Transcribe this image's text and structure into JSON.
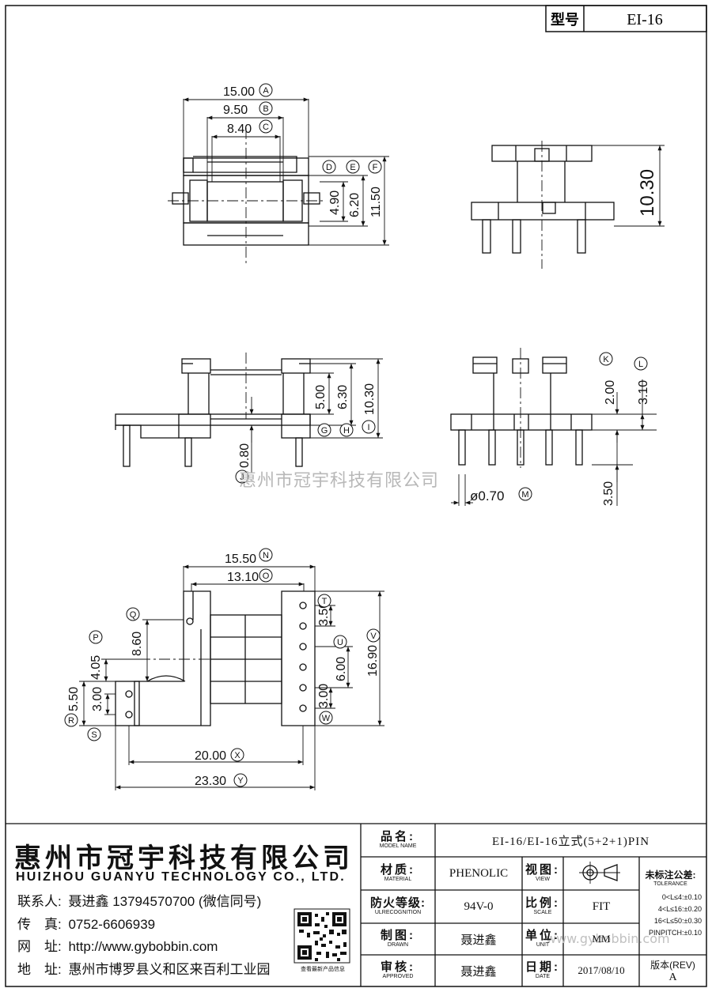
{
  "header": {
    "model_label": "型号",
    "model_value": "EI-16"
  },
  "watermark": "惠州市冠宇科技有限公司",
  "watermark_footer": "www.gybobbin.com",
  "dims": {
    "d_a": "15.00",
    "d_b": "9.50",
    "d_c": "8.40",
    "d_d": "4.90",
    "d_e": "6.20",
    "d_f": "11.50",
    "d_side_h": "10.30",
    "d_h": "5.00",
    "d_i": "6.30",
    "d_j": "10.30",
    "d_k": "0.80",
    "d_m_k": "2.00",
    "d_m_l": "3.10",
    "d_pin": "3.50",
    "d_dia": "ø0.70",
    "d_n": "15.50",
    "d_o": "13.10",
    "d_q": "8.60",
    "d_p": "4.05",
    "d_r": "5.50",
    "d_s": "3.00",
    "d_t": "3.50",
    "d_u": "6.00",
    "d_v": "16.90",
    "d_w": "3.00",
    "d_x": "20.00",
    "d_y": "23.30"
  },
  "markers": {
    "a": "A",
    "b": "B",
    "c": "C",
    "d": "D",
    "e": "E",
    "f": "F",
    "g": "G",
    "h": "H",
    "i": "I",
    "j": "J",
    "k": "K",
    "l": "L",
    "m": "M",
    "n": "N",
    "o": "O",
    "p": "P",
    "q": "Q",
    "r": "R",
    "s": "S",
    "t": "T",
    "u": "U",
    "v": "V",
    "w": "W",
    "x": "X",
    "y": "Y"
  },
  "company": {
    "name_cn": "惠州市冠宇科技有限公司",
    "name_en": "HUIZHOU GUANYU TECHNOLOGY CO., LTD.",
    "contact_label": "联系人:",
    "contact_value": "聂进鑫 13794570700 (微信同号)",
    "fax_label": "传　真:",
    "fax_value": "0752-6606939",
    "web_label": "网　址:",
    "web_value": "http://www.gybobbin.com",
    "addr_label": "地　址:",
    "addr_value": "惠州市博罗县义和区来百利工业园",
    "qr_caption": "查看最新产品信息"
  },
  "title_block": {
    "product_name_cn": "品名:",
    "product_name_en": "MODEL NAME",
    "product_name_value": "EI-16/EI-16立式(5+2+1)PIN",
    "material_cn": "材质:",
    "material_en": "MATERIAL",
    "material_value": "PHENOLIC",
    "view_cn": "视图:",
    "view_en": "VIEW",
    "flame_cn": "防火等级:",
    "flame_en": "ULRECOGNITION",
    "flame_value": "94V-0",
    "scale_cn": "比例:",
    "scale_en": "SCALE",
    "scale_value": "FIT",
    "drawn_cn": "制图:",
    "drawn_en": "DRAWN",
    "drawn_value": "聂进鑫",
    "unit_cn": "单位:",
    "unit_en": "UNIT",
    "unit_value": "MM",
    "approved_cn": "审核:",
    "approved_en": "APPROVED",
    "approved_value": "聂进鑫",
    "date_cn": "日期:",
    "date_en": "DATE",
    "date_value": "2017/08/10",
    "tol_title_cn": "未标注公差:",
    "tol_title_en": "TOLERANCE",
    "tol_1": "0<L≤4:±0.10",
    "tol_2": "4<L≤16:±0.20",
    "tol_3": "16<L≤50:±0.30",
    "tol_4": "PINPITCH:±0.10",
    "rev_cn": "版本(REV)",
    "rev_value": "A"
  }
}
